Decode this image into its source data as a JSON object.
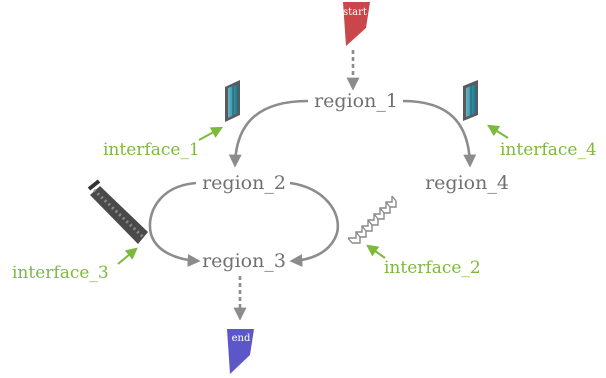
{
  "flags": {
    "start": {
      "label": "start",
      "color": "#c9474b"
    },
    "end": {
      "label": "end",
      "color": "#5b57c9"
    }
  },
  "regions": [
    {
      "id": "region_1",
      "label": "region_1"
    },
    {
      "id": "region_2",
      "label": "region_2"
    },
    {
      "id": "region_3",
      "label": "region_3"
    },
    {
      "id": "region_4",
      "label": "region_4"
    }
  ],
  "interfaces": [
    {
      "id": "interface_1",
      "label": "interface_1",
      "icon": "door-icon"
    },
    {
      "id": "interface_2",
      "label": "interface_2",
      "icon": "stairs-icon"
    },
    {
      "id": "interface_3",
      "label": "interface_3",
      "icon": "escalator-icon"
    },
    {
      "id": "interface_4",
      "label": "interface_4",
      "icon": "door-icon"
    }
  ],
  "edges": [
    {
      "from": "start",
      "to": "region_1",
      "style": "dashed"
    },
    {
      "from": "region_1",
      "to": "region_2",
      "via": "interface_1"
    },
    {
      "from": "region_1",
      "to": "region_4",
      "via": "interface_4"
    },
    {
      "from": "region_2",
      "to": "region_3",
      "via": "interface_3"
    },
    {
      "from": "region_2",
      "to": "region_3",
      "via": "interface_2"
    },
    {
      "from": "region_3",
      "to": "end",
      "style": "dashed"
    }
  ],
  "colors": {
    "edge": "#8c8c8c",
    "interface": "#7cba3c",
    "text": "#707070"
  }
}
